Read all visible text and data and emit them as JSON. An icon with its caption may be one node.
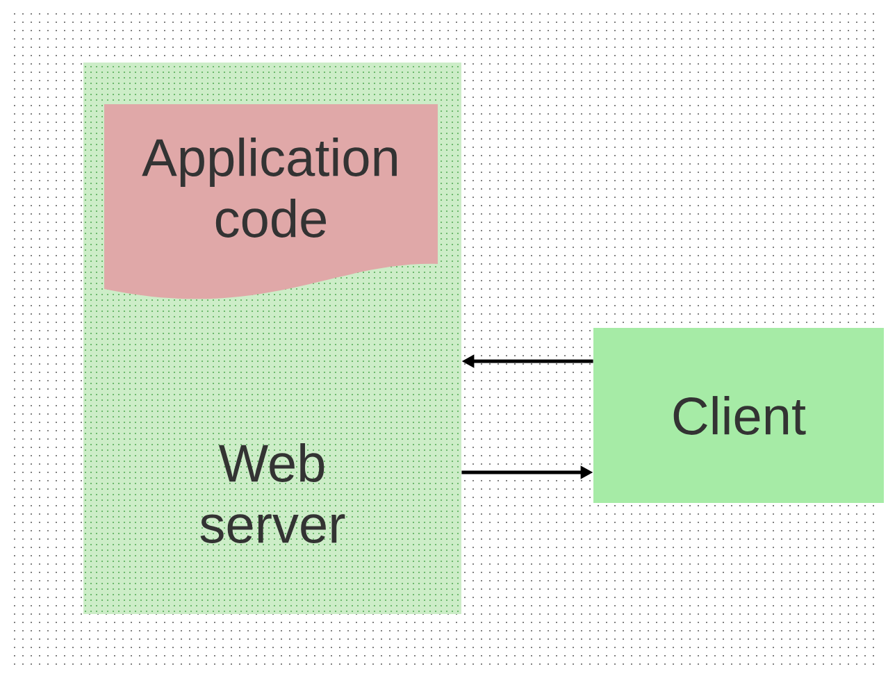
{
  "diagram": {
    "nodes": [
      {
        "text": [
          "Web server"
        ]
      },
      {
        "text": [
          "Application code"
        ],
        "in": 0
      },
      {
        "text": [
          "Client"
        ]
      }
    ],
    "edges": [
      {
        "from": 2,
        "to": 0,
        "arrow": "to"
      },
      {
        "from": 0,
        "to": 2,
        "arrow": "to"
      }
    ]
  }
}
